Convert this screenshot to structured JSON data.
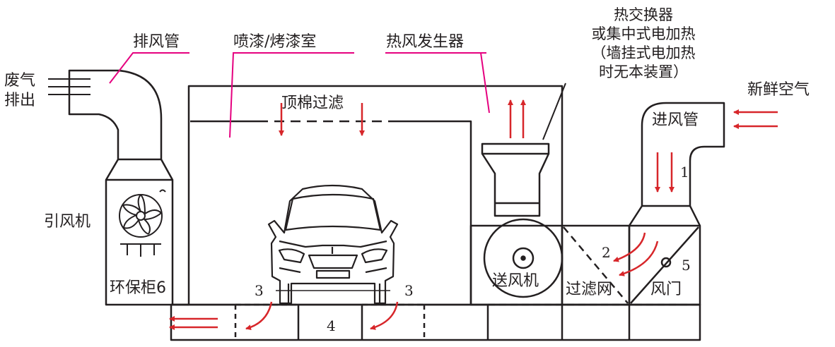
{
  "labels": {
    "exhaust_pipe": "排风管",
    "booth": "喷漆/烤漆室",
    "heater": "热风发生器",
    "heat_exchanger_1": "热交换器",
    "heat_exchanger_2": "或集中式电加热",
    "heat_exchanger_3": "（墙挂式电加热",
    "heat_exchanger_4": "时无本装置）",
    "fresh_air": "新鲜空气",
    "waste_gas_1": "废气",
    "waste_gas_2": "排出",
    "top_filter": "顶棉过滤",
    "intake_pipe": "进风管",
    "induced_fan": "引风机",
    "env_cabinet": "环保柜6",
    "supply_fan": "送风机",
    "filter_net": "过滤网",
    "damper": "风门"
  },
  "numbers": {
    "n1": "1",
    "n2": "2",
    "n3_left": "3",
    "n3_right": "3",
    "n4": "4",
    "n5": "5"
  },
  "colors": {
    "line": "#231f20",
    "arrow": "#d7262a",
    "leader": "#e5007f"
  }
}
